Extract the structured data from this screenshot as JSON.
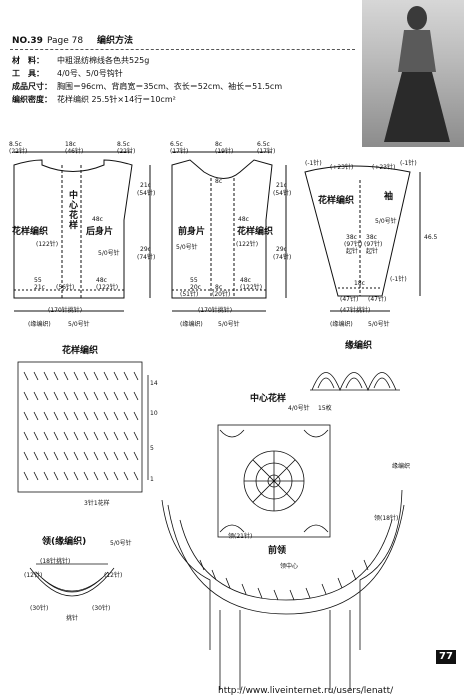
{
  "header": {
    "no": "NO.39",
    "page": "Page 78",
    "title": "编织方法",
    "materials_label": "材　料：",
    "materials": "中粗混纺棉线各色共525g",
    "tools_label": "工　具：",
    "tools": "4/0号、5/0号钩针",
    "size_label": "成品尺寸：",
    "size": "胸围＝96cm、背肩宽＝35cm、衣长＝52cm、袖长＝51.5cm",
    "gauge_label": "编织密度：",
    "gauge": "花样编织 25.5针×14行＝10cm²"
  },
  "back_piece": {
    "label_pattern": "花样编织",
    "label_piece": "后身片",
    "label_center": "中心花样",
    "top_dims": [
      "8.5c",
      "18c",
      "8.5c"
    ],
    "top_rows": [
      "(22针)",
      "(46针)",
      "(22针)"
    ],
    "right_dims": [
      "21c",
      "(54针)",
      "29c",
      "(74针)"
    ],
    "mid": [
      "48c",
      "(122针)",
      "5/0号针"
    ],
    "bottom": [
      "55",
      "21c",
      "(56针)",
      "48c",
      "(122针)"
    ],
    "base": [
      "(170针挑针)",
      "(缘编织)",
      "5/0号针"
    ]
  },
  "front_piece": {
    "label_pattern": "花样编织",
    "label_piece": "前身片",
    "top_dims": [
      "6.5c",
      "8c",
      "6.5c"
    ],
    "top_rows": [
      "(17针)",
      "(19针)",
      "(17针)"
    ],
    "right_dims": [
      "21c",
      "(54针)",
      "29c",
      "(74针)"
    ],
    "mid": [
      "48c",
      "(122针)",
      "5/0号针",
      "8c"
    ],
    "bottom": [
      "55",
      "20c",
      "(51针)",
      "8c",
      "(20针)",
      "48c",
      "(122针)"
    ],
    "base": [
      "(170针挑针)",
      "(缘编织)",
      "5/0号针"
    ]
  },
  "sleeve": {
    "label_pattern": "花样编织",
    "label_piece": "袖",
    "label_needle": "5/0号针",
    "top": [
      "(+23针)",
      "(+23针)",
      "(-1针)",
      "(-1针)"
    ],
    "mid": [
      "38c",
      "(97针)",
      "起针",
      "38c",
      "(97针)",
      "起针"
    ],
    "right_dims": [
      "46.5",
      "(-1针)"
    ],
    "bottom": [
      "18c",
      "(47针)",
      "(47针)"
    ],
    "base": [
      "(47针挑针)",
      "(缘编织)",
      "5/0号针"
    ]
  },
  "charts": {
    "pattern_title": "花样编织",
    "edge_title": "缘编织",
    "center_title": "中心花样",
    "center_sub": [
      "4/0号针",
      "15枚"
    ],
    "repeat": "3针1花样",
    "row_markers": [
      "14",
      "10",
      "5",
      "1"
    ],
    "collar_title": "领(缘编织)",
    "collar_needle": "5/0号针",
    "collar_labels": [
      "(18针挑针)",
      "(12针)",
      "(30针)",
      "(30针)",
      "(12针)",
      "挑针"
    ],
    "front_neck_title": "前领",
    "front_neck_labels": [
      "领(21针)",
      "领(18针)",
      "缘编织",
      "领中心"
    ]
  },
  "page_number": "77",
  "watermark": "http://www.liveinternet.ru/users/lenatt/"
}
